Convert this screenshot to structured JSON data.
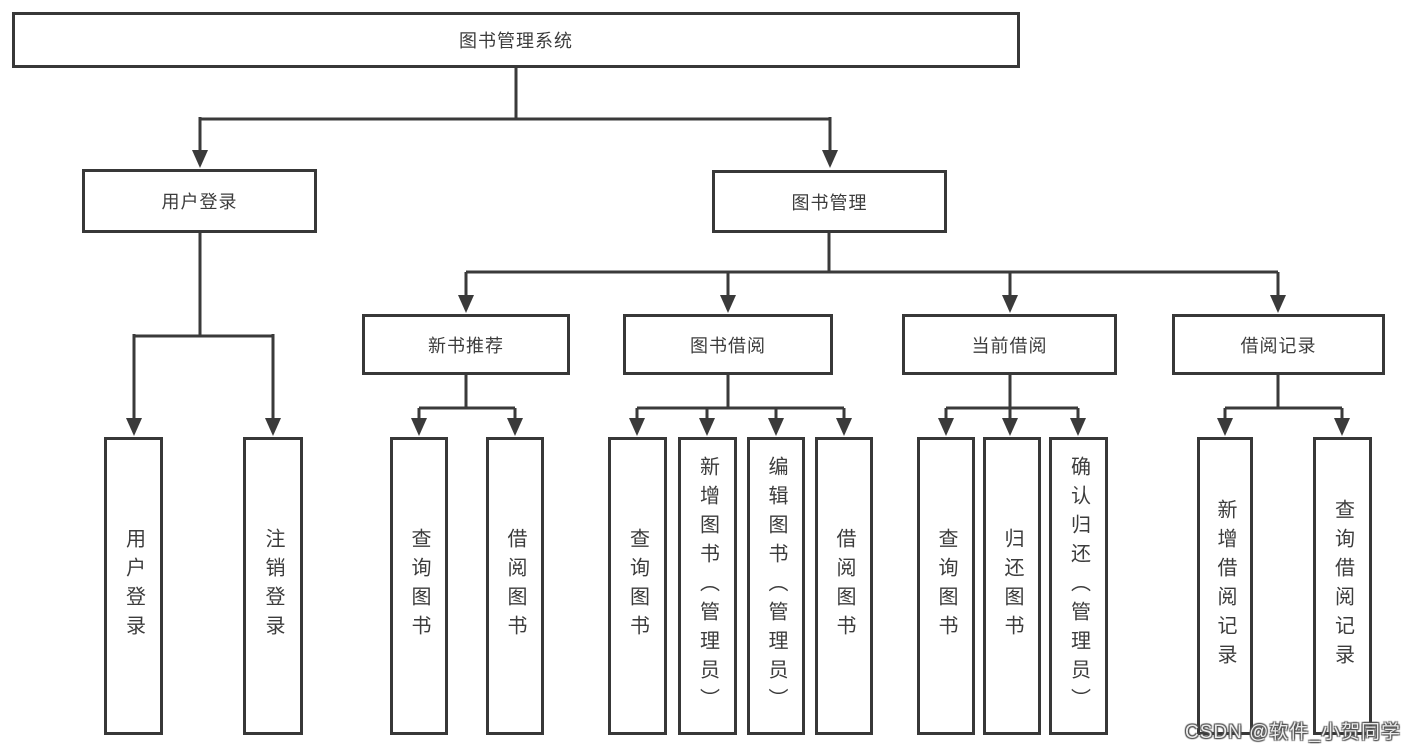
{
  "theme": {
    "line_color": "#3a3a3a",
    "box_border_color": "#383838",
    "box_bg": "#ffffff",
    "text_color": "#3c3c3c",
    "background": "#ffffff",
    "watermark_color": "#ececec",
    "watermark_shadow": "#4f4f4f"
  },
  "diagram": {
    "root": {
      "label": "图书管理系统"
    },
    "branches": [
      {
        "label": "用户登录",
        "children": [
          {
            "label": "用户登录"
          },
          {
            "label": "注销登录"
          }
        ]
      },
      {
        "label": "图书管理",
        "children": [
          {
            "label": "新书推荐",
            "children": [
              {
                "label": "查询图书"
              },
              {
                "label": "借阅图书"
              }
            ]
          },
          {
            "label": "图书借阅",
            "children": [
              {
                "label": "查询图书"
              },
              {
                "label": "新增图书（管理员）"
              },
              {
                "label": "编辑图书（管理员）"
              },
              {
                "label": "借阅图书"
              }
            ]
          },
          {
            "label": "当前借阅",
            "children": [
              {
                "label": "查询图书"
              },
              {
                "label": "归还图书"
              },
              {
                "label": "确认归还（管理员）"
              }
            ]
          },
          {
            "label": "借阅记录",
            "children": [
              {
                "label": "新增借阅记录"
              },
              {
                "label": "查询借阅记录"
              }
            ]
          }
        ]
      }
    ]
  },
  "watermark": {
    "text": "CSDN @软件_小贺同学"
  }
}
